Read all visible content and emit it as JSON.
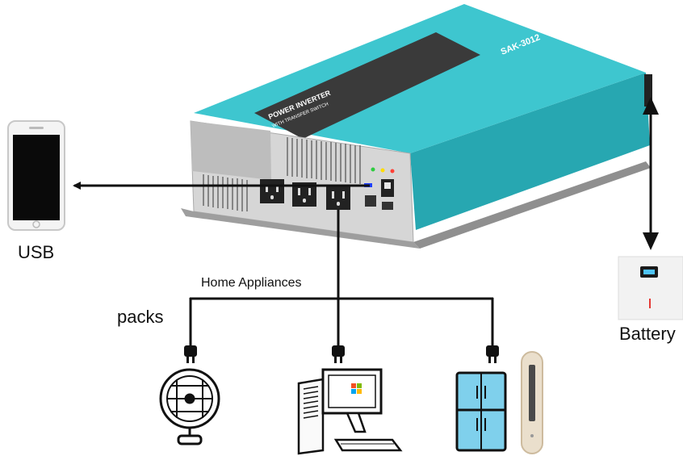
{
  "labels": {
    "usb": "USB",
    "home_appliances": "Home Appliances",
    "packs": "packs",
    "battery": "Battery"
  },
  "inverter": {
    "brand_line1": "POWER INVERTER",
    "brand_line2": "WITH TRANSFER SWITCH",
    "model": "SAK-3012"
  },
  "colors": {
    "inverter_body": "#3ec6cf",
    "inverter_dark": "#27a7b1",
    "label_band": "#3a3a3a",
    "front_panel": "#d9d9d9",
    "wire": "#111111",
    "fridge": "#7fd0ec",
    "battery_accent": "#e53935"
  },
  "icons": [
    "smartphone-icon",
    "fan-icon",
    "computer-icon",
    "refrigerator-icon",
    "air-conditioner-icon",
    "battery-icon",
    "plug-icon"
  ]
}
